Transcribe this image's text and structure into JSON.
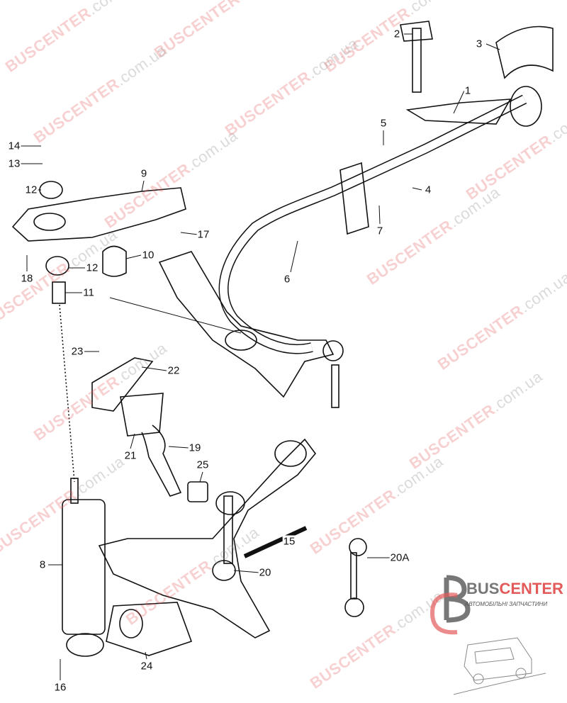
{
  "diagram": {
    "labels": [
      "1",
      "2",
      "3",
      "4",
      "5",
      "6",
      "7",
      "8",
      "9",
      "10",
      "11",
      "12",
      "12",
      "13",
      "14",
      "15",
      "16",
      "17",
      "18",
      "19",
      "20",
      "20A",
      "21",
      "22",
      "23",
      "24",
      "25"
    ]
  },
  "watermark": {
    "brand": "BUSCENTER",
    "tld": ".com.ua"
  },
  "logo": {
    "brand_a": "BUS",
    "brand_b": "CENTER",
    "subtitle": "АВТОМОБІЛЬНІ ЗАПЧАСТИНИ"
  }
}
